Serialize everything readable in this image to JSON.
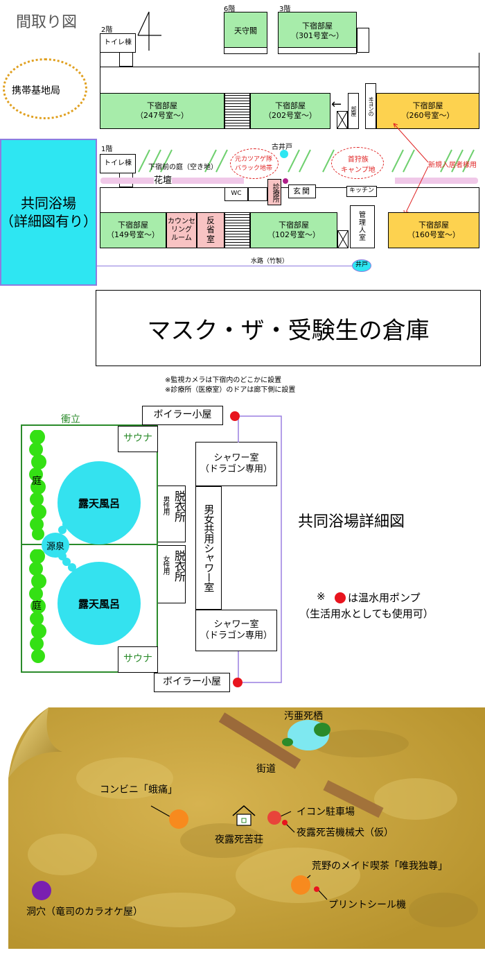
{
  "floorplan": {
    "title": "間取り図",
    "floor6": "6階",
    "floor3": "3階",
    "floor2": "2階",
    "floor1": "1階",
    "tenshukaku": "天守閣",
    "room301": "下宿部屋\n（301号室～）",
    "toilet": "トイレ棟",
    "cell_tower": "携帯基地局",
    "room247": "下宿部屋\n（247号室～）",
    "room202": "下宿部屋\n（202号室～）",
    "room260": "下宿部屋\n（260号室～）",
    "small_room_a": "ヰヨンの",
    "small_room_b": "部屋",
    "bath": "共同浴場\n（詳細図有り）",
    "garden": "下宿前の庭（空き地）",
    "flowerbed": "花壇",
    "old_well": "古井戸",
    "barrack": "元カツアゲ隊\nバラック地帯",
    "hunter": "首狩族\nキャンプ地",
    "new_tenant": "新規入居者様用",
    "clinic": "診療所",
    "entrance": "玄関",
    "wc": "WC",
    "kitchen": "キッチン",
    "room149": "下宿部屋\n（149号室～）",
    "counseling": "カウンセ\nリング\nルーム",
    "hanseishitsu": "反\n省\n室",
    "room102": "下宿部屋\n（102号室～）",
    "manager": "管\n理\n人\n室",
    "room160": "下宿部屋\n（160号室～）",
    "waterway": "水路（竹製）",
    "well": "井戸"
  },
  "banner": {
    "text": "マスク・ザ・受験生の倉庫"
  },
  "notes": {
    "line1": "※監視カメラは下宿内のどこかに設置",
    "line2": "※診療所（医療室）のドアは廊下側に設置"
  },
  "bath_detail": {
    "title": "共同浴場詳細図",
    "screen": "衝立",
    "boiler_top": "ボイラー小屋",
    "boiler_bottom": "ボイラー小屋",
    "sauna_top": "サウナ",
    "sauna_bottom": "サウナ",
    "garden": "庭",
    "outdoor_bath": "露天風呂",
    "source": "源泉",
    "men": "男性用",
    "women": "女性用",
    "dressing": "脱衣所",
    "dragon_shower": "シャワー室\n（ドラゴン専用）",
    "mixed_shower": "男女共用シャワー室",
    "pump_note1": "※",
    "pump_note2": "は温水用ポンプ",
    "pump_note3": "（生活用水としても使用可）"
  },
  "map": {
    "ashishi": "汚亜死栖",
    "road": "街道",
    "conveni": "コンビニ「蛾痛」",
    "parking": "イコン駐車場",
    "robodog": "夜露死苦機械犬（仮）",
    "yoroshiku": "夜露死苦荘",
    "maid_cafe": "荒野のメイド喫茶「唯我独尊」",
    "print_club": "プリントシール機",
    "cave": "洞穴（竜司のカラオケ屋）"
  },
  "colors": {
    "room_green": "#a7ecaa",
    "room_orange": "#fdd24f",
    "room_pink": "#f8c3c3",
    "bath_cyan": "#2ee6f2",
    "pool_cyan": "#34e2ef",
    "garden_green": "#34e014",
    "pump_red": "#e8141e",
    "waterline": "#9a7ee0",
    "map_ground": "#c4a23c"
  }
}
